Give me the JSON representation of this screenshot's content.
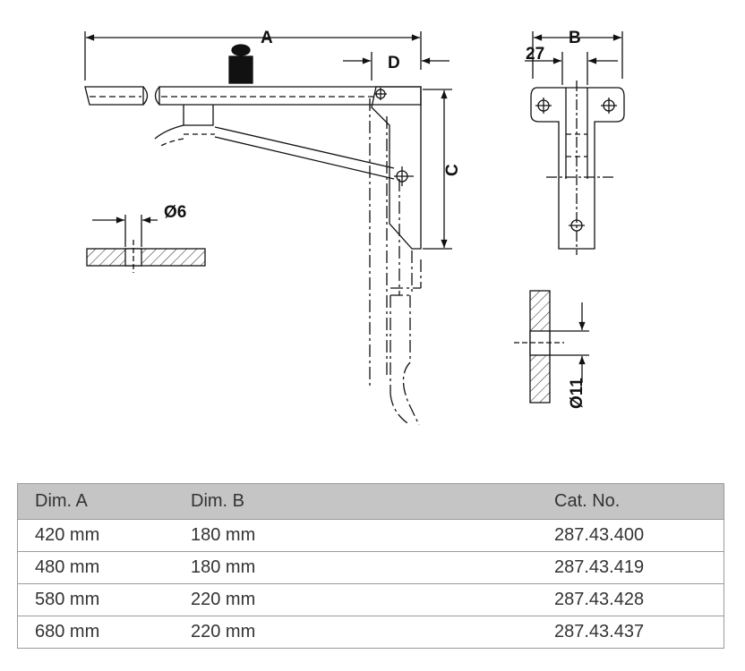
{
  "diagram": {
    "dimension_labels": {
      "a": "A",
      "b": "B",
      "c": "C",
      "d": "D",
      "width_27": "27",
      "hole_6": "Ø6",
      "hole_11": "Ø11"
    }
  },
  "table": {
    "headers": [
      "Dim. A",
      "Dim. B",
      "Cat. No."
    ],
    "rows": [
      [
        "420 mm",
        "180 mm",
        "287.43.400"
      ],
      [
        "480 mm",
        "180 mm",
        "287.43.419"
      ],
      [
        "580 mm",
        "220 mm",
        "287.43.428"
      ],
      [
        "680 mm",
        "220 mm",
        "287.43.437"
      ]
    ]
  }
}
